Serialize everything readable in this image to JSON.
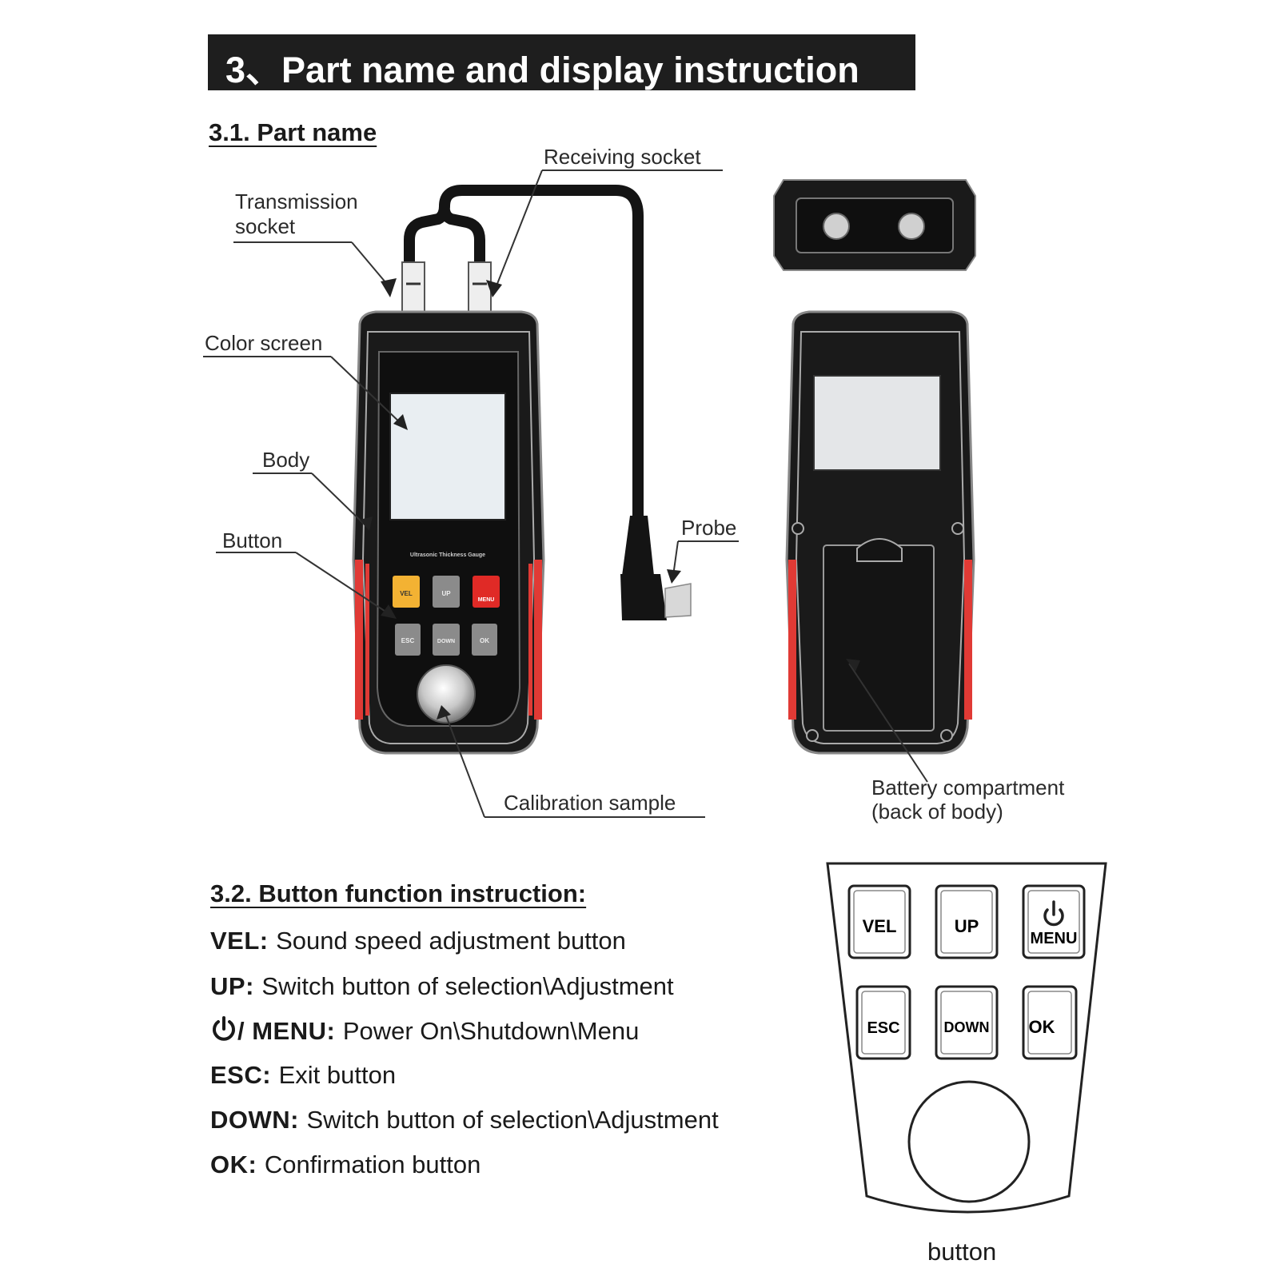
{
  "header": {
    "title": "3、Part name and display instruction"
  },
  "section1": {
    "heading": "3.1. Part name",
    "labels": {
      "receiving_socket": "Receiving socket",
      "transmission_socket_line1": "Transmission",
      "transmission_socket_line2": "socket",
      "color_screen": "Color screen",
      "body": "Body",
      "button": "Button",
      "probe": "Probe",
      "calibration_sample": "Calibration sample",
      "battery_line1": "Battery compartment",
      "battery_line2": "(back of body)"
    },
    "device": {
      "screen_caption": "Ultrasonic Thickness Gauge",
      "keys": [
        "VEL",
        "UP",
        "MENU",
        "ESC",
        "DOWN",
        "OK"
      ],
      "colors": {
        "vel": "#f3b233",
        "menu": "#e02a26",
        "gray_key": "#8b8b8b",
        "stripe": "#e03a35",
        "screen": "#e9eef2"
      }
    }
  },
  "section2": {
    "heading": "3.2. Button function instruction:",
    "items": [
      {
        "key": "VEL",
        "sep": ":",
        "desc": "Sound speed adjustment button"
      },
      {
        "key": "UP",
        "sep": ":",
        "desc": "Switch button of selection\\Adjustment"
      },
      {
        "key": "/ MENU",
        "sep": ":",
        "desc": "Power On\\Shutdown\\Menu",
        "icon": "power-icon"
      },
      {
        "key": "ESC",
        "sep": ":",
        "desc": "Exit button"
      },
      {
        "key": "DOWN",
        "sep": ":",
        "desc": "Switch button of selection\\Adjustment"
      },
      {
        "key": "OK",
        "sep": ":",
        "desc": "Confirmation button"
      }
    ]
  },
  "keypad": {
    "keys": [
      "VEL",
      "UP",
      "MENU",
      "ESC",
      "DOWN",
      "OK"
    ],
    "caption": "button"
  }
}
